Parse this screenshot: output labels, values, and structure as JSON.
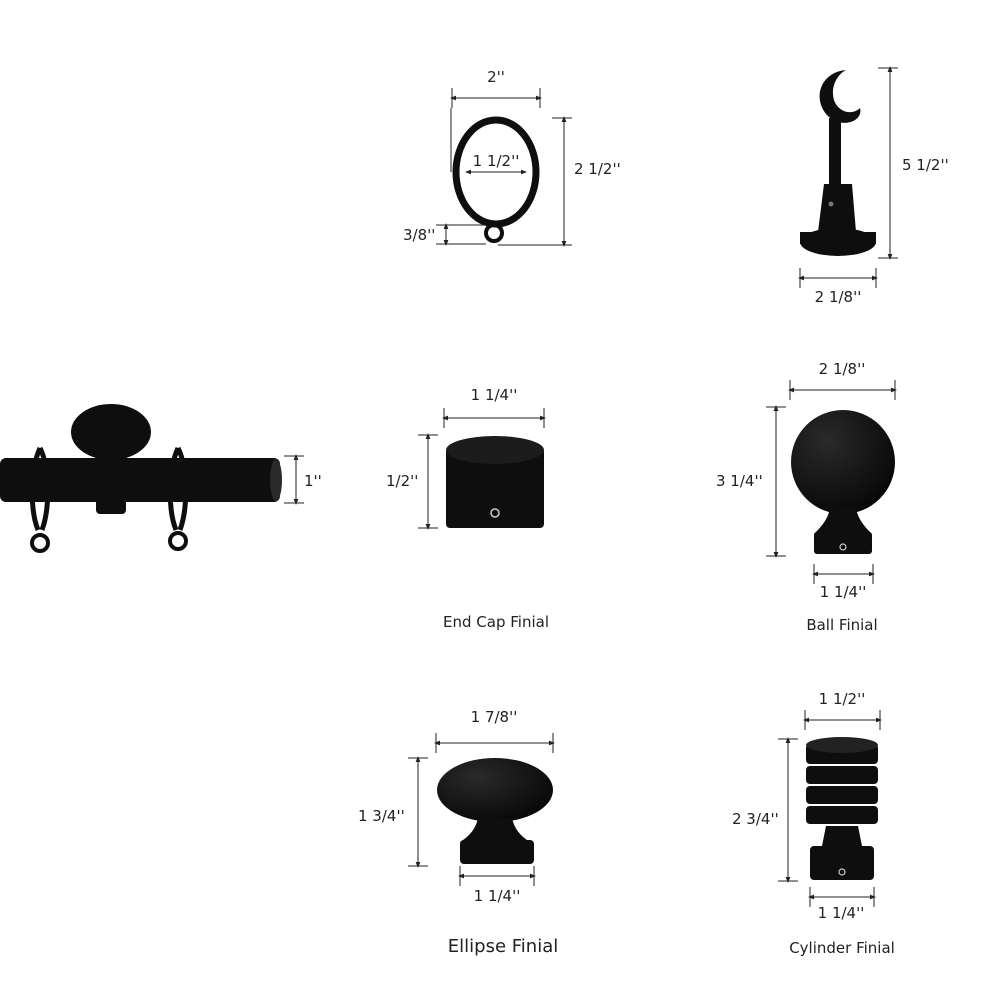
{
  "rings": {
    "width": "2''",
    "inner": "1 1/2''",
    "height": "2 1/2''",
    "eyelet": "3/8''"
  },
  "bracket": {
    "height": "5 1/2''",
    "base": "2 1/8''"
  },
  "rod": {
    "diameter": "1''"
  },
  "end_cap_finial": {
    "caption": "End Cap Finial",
    "width": "1 1/4''",
    "height": "1/2''"
  },
  "ball_finial": {
    "caption": "Ball Finial",
    "width": "2 1/8''",
    "height": "3 1/4''",
    "base": "1 1/4''"
  },
  "ellipse_finial": {
    "caption": "Ellipse Finial",
    "width": "1 7/8''",
    "height": "1 3/4''",
    "base": "1 1/4''"
  },
  "cylinder_finial": {
    "caption": "Cylinder Finial",
    "width": "1 1/2''",
    "height": "2 3/4''",
    "base": "1 1/4''"
  },
  "colors": {
    "metal": "#0e0e0e",
    "text": "#222222",
    "background": "#ffffff"
  }
}
